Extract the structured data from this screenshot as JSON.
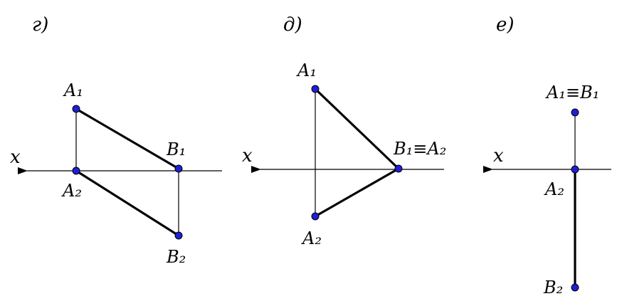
{
  "colors": {
    "point_fill": "#1f1fd6",
    "point_stroke": "#000000",
    "line": "#000000"
  },
  "panels": [
    {
      "title": "г)",
      "axis_label": "x",
      "points": [
        {
          "id": "A1",
          "label": "A₁"
        },
        {
          "id": "B1",
          "label": "B₁"
        },
        {
          "id": "A2",
          "label": "A₂"
        },
        {
          "id": "B2",
          "label": "B₂"
        }
      ]
    },
    {
      "title": "д)",
      "axis_label": "x",
      "points": [
        {
          "id": "A1",
          "label": "A₁"
        },
        {
          "id": "B1A2",
          "label": "B₁≡A₂"
        },
        {
          "id": "A2",
          "label": "A₂"
        }
      ]
    },
    {
      "title": "е)",
      "axis_label": "x",
      "points": [
        {
          "id": "A1B1",
          "label": "A₁≡B₁"
        },
        {
          "id": "A2",
          "label": "A₂"
        },
        {
          "id": "B2",
          "label": "B₂"
        }
      ]
    }
  ]
}
